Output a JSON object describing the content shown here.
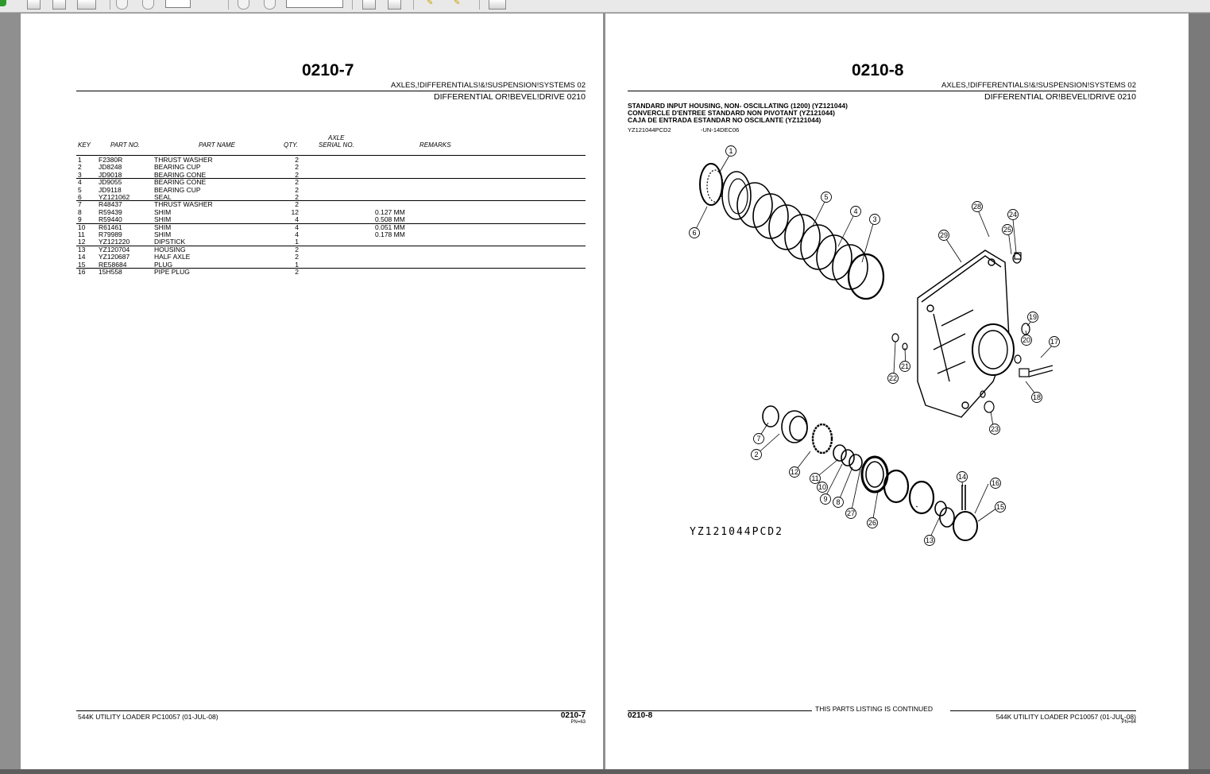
{
  "left_page": {
    "page_no": "0210-7",
    "section_title": "AXLES,!DIFFERENTIALS!&!SUSPENSION!SYSTEMS   02",
    "sub_title": "DIFFERENTIAL OR!BEVEL!DRIVE 0210",
    "columns": {
      "key": "KEY",
      "part_no": "PART NO.",
      "part_name": "PART NAME",
      "qty": "QTY.",
      "axle": "AXLE",
      "serial": "SERIAL NO.",
      "remarks": "REMARKS"
    },
    "rows": [
      {
        "key": "1",
        "part_no": "F2380R",
        "name": "THRUST WASHER",
        "qty": "2",
        "remarks": ""
      },
      {
        "key": "2",
        "part_no": "JD8248",
        "name": "BEARING CUP",
        "qty": "2",
        "remarks": ""
      },
      {
        "key": "3",
        "part_no": "JD9018",
        "name": "BEARING CONE",
        "qty": "2",
        "remarks": ""
      },
      {
        "key": "4",
        "part_no": "JD9055",
        "name": "BEARING CONE",
        "qty": "2",
        "remarks": ""
      },
      {
        "key": "5",
        "part_no": "JD9118",
        "name": "BEARING CUP",
        "qty": "2",
        "remarks": ""
      },
      {
        "key": "6",
        "part_no": "YZ121062",
        "name": "SEAL",
        "qty": "2",
        "remarks": ""
      },
      {
        "key": "7",
        "part_no": "R48437",
        "name": "THRUST WASHER",
        "qty": "2",
        "remarks": ""
      },
      {
        "key": "8",
        "part_no": "R59439",
        "name": "SHIM",
        "qty": "12",
        "remarks": "0.127 MM"
      },
      {
        "key": "9",
        "part_no": "R59440",
        "name": "SHIM",
        "qty": "4",
        "remarks": "0.508 MM"
      },
      {
        "key": "10",
        "part_no": "R61461",
        "name": "SHIM",
        "qty": "4",
        "remarks": "0.051 MM"
      },
      {
        "key": "11",
        "part_no": "R79989",
        "name": "SHIM",
        "qty": "4",
        "remarks": "0.178 MM"
      },
      {
        "key": "12",
        "part_no": "YZ121220",
        "name": "DIPSTICK",
        "qty": "1",
        "remarks": ""
      },
      {
        "key": "13",
        "part_no": "YZ120704",
        "name": "HOUSING",
        "qty": "2",
        "remarks": ""
      },
      {
        "key": "14",
        "part_no": "YZ120687",
        "name": "HALF AXLE",
        "qty": "2",
        "remarks": ""
      },
      {
        "key": "15",
        "part_no": "RE58684",
        "name": "PLUG",
        "qty": "1",
        "remarks": ""
      },
      {
        "key": "16",
        "part_no": "15H558",
        "name": "PIPE PLUG",
        "qty": "2",
        "remarks": ""
      }
    ],
    "footer_left": "544K UTILITY LOADER    PC10057     (01-JUL-08)",
    "footer_page": "0210-7",
    "footer_pn": "PN=63"
  },
  "right_page": {
    "page_no": "0210-8",
    "section_title": "AXLES,!DIFFERENTIALS!&!SUSPENSION!SYSTEMS   02",
    "sub_title": "DIFFERENTIAL OR!BEVEL!DRIVE 0210",
    "desc1": "STANDARD INPUT HOUSING, NON- OSCILLATING (1200) (YZ121044)",
    "desc2": "CONVERCLE D'ENTREE STANDARD NON PIVOTANT (YZ121044)",
    "desc3": "CAJA DE ENTRADA ESTANDAR NO OSCILANTE (YZ121044)",
    "image_id": "YZ121044PCD2",
    "image_date": "-UN-14DEC06",
    "diagram_label": "YZ121044PCD2",
    "callouts": [
      "1",
      "2",
      "3",
      "4",
      "5",
      "6",
      "7",
      "8",
      "9",
      "10",
      "11",
      "12",
      "13",
      "14",
      "15",
      "16",
      "17",
      "18",
      "19",
      "20",
      "21",
      "22",
      "23",
      "24",
      "25",
      "26",
      "27",
      "28",
      "29"
    ],
    "continued": "THIS PARTS LISTING IS CONTINUED",
    "footer_page": "0210-8",
    "footer_right": "544K UTILITY LOADER    PC10057     (01-JUL-08)",
    "footer_pn": "PN=64"
  }
}
